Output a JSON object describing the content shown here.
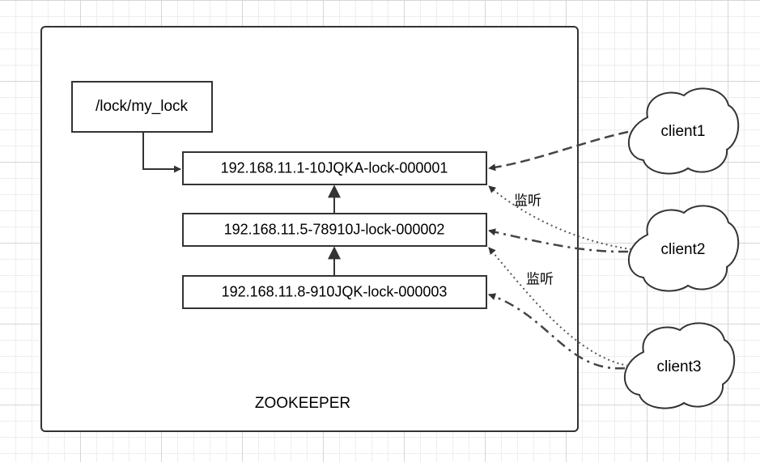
{
  "root_node": {
    "label": "/lock/my_lock"
  },
  "lock_nodes": [
    {
      "label": "192.168.11.1-10JQKA-lock-000001"
    },
    {
      "label": "192.168.11.5-78910J-lock-000002"
    },
    {
      "label": "192.168.11.8-910JQK-lock-000003"
    }
  ],
  "clients": [
    {
      "label": "client1"
    },
    {
      "label": "client2"
    },
    {
      "label": "client3"
    }
  ],
  "watch_labels": [
    {
      "text": "监听"
    },
    {
      "text": "监听"
    }
  ],
  "container": {
    "label": "ZOOKEEPER"
  },
  "colors": {
    "stroke": "#333333",
    "line": "#444444",
    "fill": "#ffffff"
  }
}
